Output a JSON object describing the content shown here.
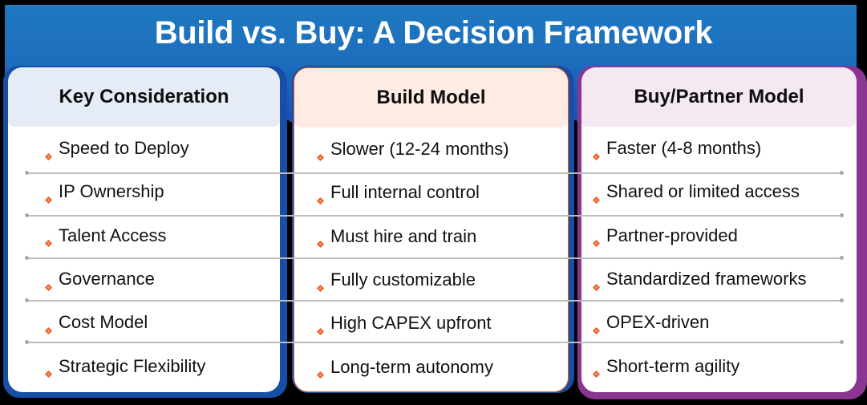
{
  "title": "Build vs. Buy: A Decision Framework",
  "colors": {
    "banner": "#1d6fbd",
    "key_frame": "#174ea6",
    "build_frame": "#f05a1e",
    "buy_frame": "#8b3592",
    "key_header_bg": "#e6ecf5",
    "build_header_bg": "#fdebe4",
    "buy_header_bg": "#f4e8f3",
    "bullet": "#f05a1e"
  },
  "columns": [
    {
      "header": "Key Consideration",
      "items": [
        "Speed to Deploy",
        "IP Ownership",
        "Talent Access",
        "Governance",
        "Cost Model",
        "Strategic Flexibility"
      ]
    },
    {
      "header": "Build Model",
      "items": [
        "Slower (12-24 months)",
        "Full internal control",
        "Must hire and train",
        "Fully customizable",
        "High CAPEX upfront",
        "Long-term autonomy"
      ]
    },
    {
      "header": "Buy/Partner Model",
      "items": [
        "Faster (4-8 months)",
        "Shared or limited access",
        "Partner-provided",
        "Standardized frameworks",
        "OPEX-driven",
        "Short-term agility"
      ]
    }
  ],
  "bullet_icon": "orange-diamond-icon"
}
